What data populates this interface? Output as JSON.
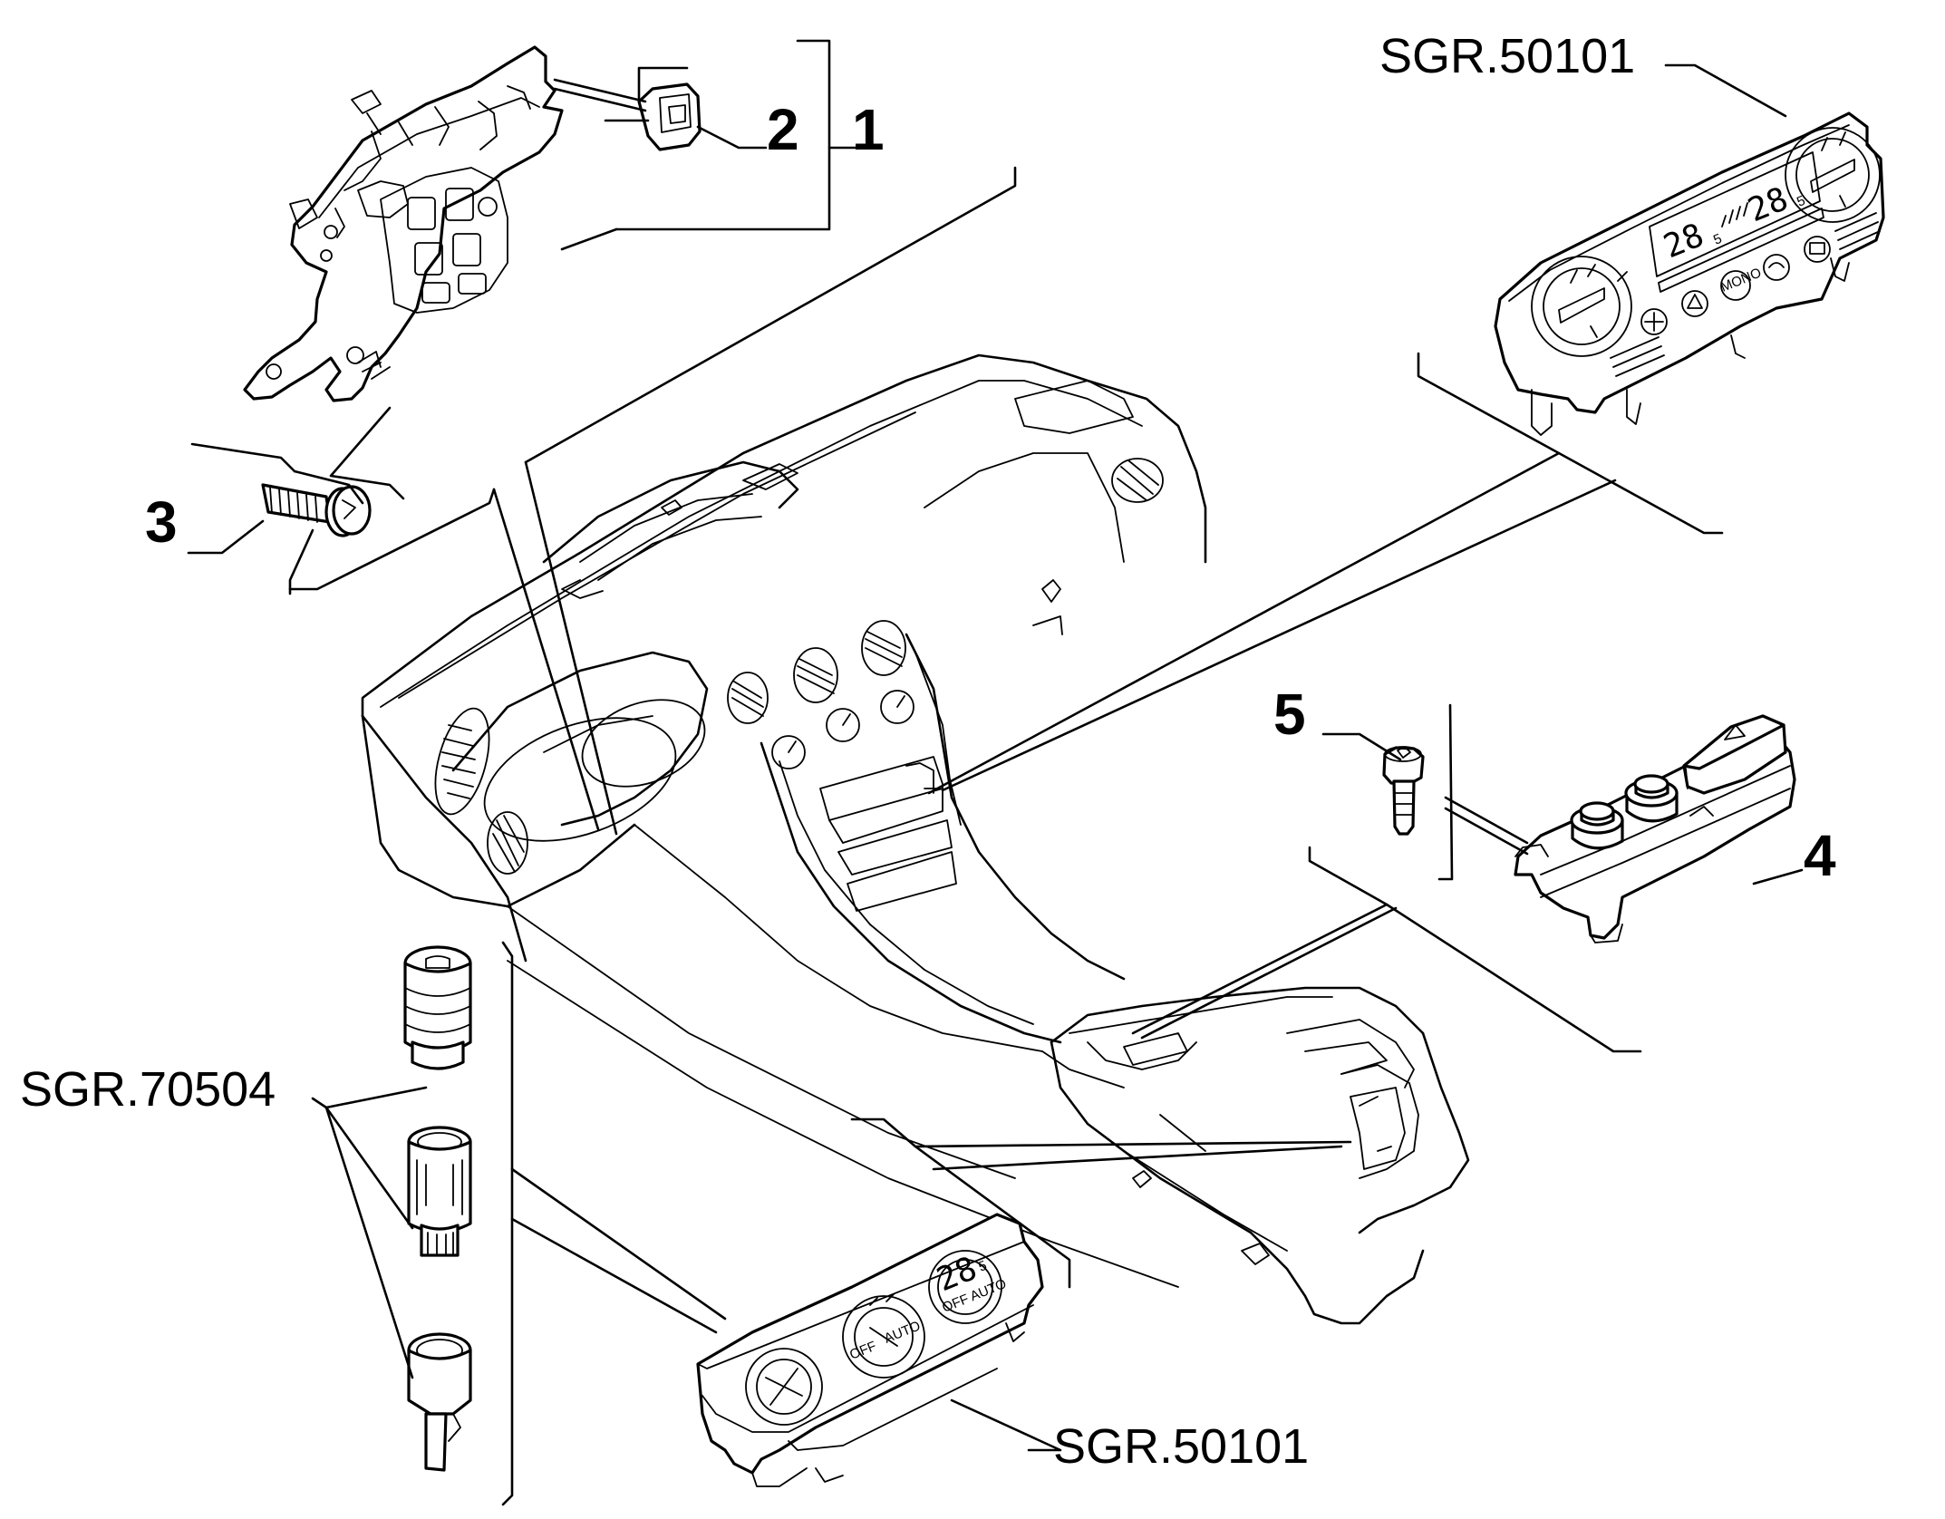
{
  "callouts": {
    "part_1": "1",
    "part_2": "2",
    "part_3": "3",
    "part_4": "4",
    "part_5": "5",
    "ref_climate_top": "SGR.50101",
    "ref_lighter": "SGR.70504",
    "ref_climate_bottom": "SGR.50101"
  },
  "panel_markings": {
    "temp_left": "28",
    "temp_right": "28",
    "temp_unit": "5",
    "mono_button": "MONO",
    "off": "OFF",
    "auto": "AUTO",
    "off_auto": "OFF AUTO",
    "temp_small": "28",
    "temp_small_unit": "5"
  }
}
